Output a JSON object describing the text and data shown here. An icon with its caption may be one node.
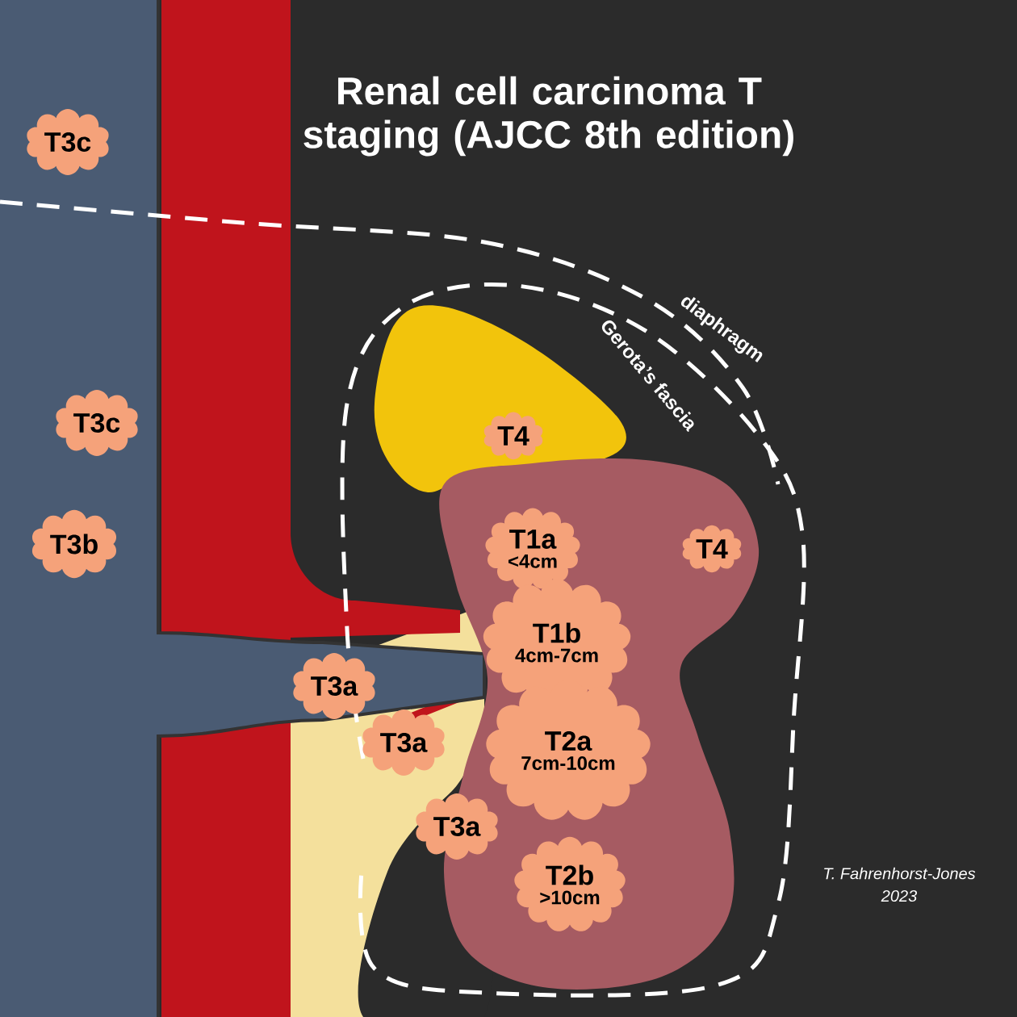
{
  "diagram": {
    "title": "Renal cell carcinoma T staging (AJCC 8th edition)",
    "nodes": [
      {
        "text": [
          "T3c"
        ]
      },
      {
        "text": [
          "T3c"
        ]
      },
      {
        "text": [
          "T3b"
        ]
      },
      {
        "text": [
          "T4"
        ]
      },
      {
        "text": [
          "T1a",
          "<4cm"
        ]
      },
      {
        "text": [
          "T4"
        ]
      },
      {
        "text": [
          "T1b",
          "4cm-7cm"
        ]
      },
      {
        "text": [
          "T3a"
        ]
      },
      {
        "text": [
          "T3a"
        ]
      },
      {
        "text": [
          "T2a",
          "7cm-10cm"
        ]
      },
      {
        "text": [
          "T3a"
        ]
      },
      {
        "text": [
          "T2b",
          ">10cm"
        ]
      }
    ],
    "labels": [
      "diaphragm",
      "Gerota’s fascia",
      "T. Fahrenhorst-Jones",
      "2023"
    ]
  }
}
